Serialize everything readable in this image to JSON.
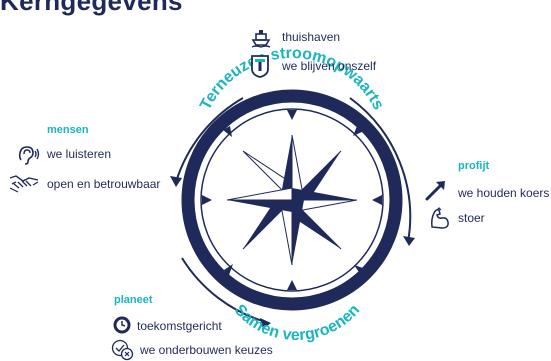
{
  "heading": "Kerngegevens",
  "center": {
    "top_arc_text": "Terneuzen stroomopwaarts",
    "bottom_arc_text": "Samen vergroenen"
  },
  "top_group": {
    "items": [
      {
        "icon": "ship-icon",
        "label": "thuishaven"
      },
      {
        "icon": "terneuzen-logo-icon",
        "label": "we blijven onszelf"
      }
    ]
  },
  "mensen": {
    "title": "mensen",
    "items": [
      {
        "icon": "ear-icon",
        "label": "we luisteren"
      },
      {
        "icon": "handshake-icon",
        "label": "open en betrouwbaar"
      }
    ]
  },
  "profijt": {
    "title": "profijt",
    "items": [
      {
        "icon": "arrow-up-right-icon",
        "label": "we houden koers"
      },
      {
        "icon": "flexed-arm-icon",
        "label": "stoer"
      }
    ]
  },
  "planeet": {
    "title": "planeet",
    "items": [
      {
        "icon": "clock-icon",
        "label": "toekomstgericht"
      },
      {
        "icon": "check-cross-icon",
        "label": "we onderbouwen keuzes"
      }
    ]
  },
  "colors": {
    "navy": "#1f2a5a",
    "teal": "#19b5c2"
  }
}
